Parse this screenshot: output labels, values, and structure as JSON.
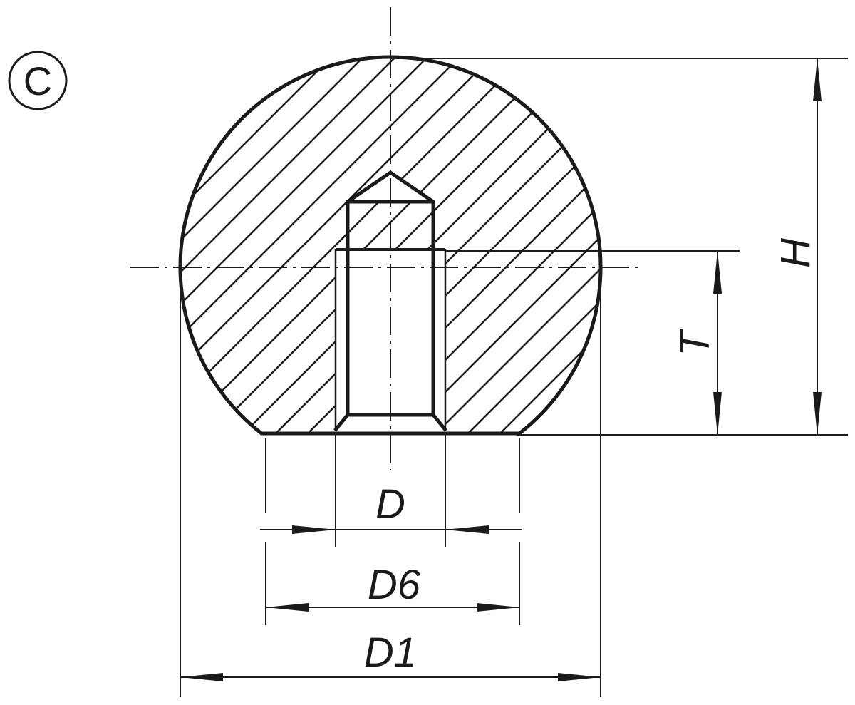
{
  "symbol": "C",
  "labels": {
    "H": "H",
    "T": "T",
    "D": "D",
    "D6": "D6",
    "D1": "D1"
  },
  "colors": {
    "line": "#1a1a1a",
    "background": "#ffffff"
  }
}
